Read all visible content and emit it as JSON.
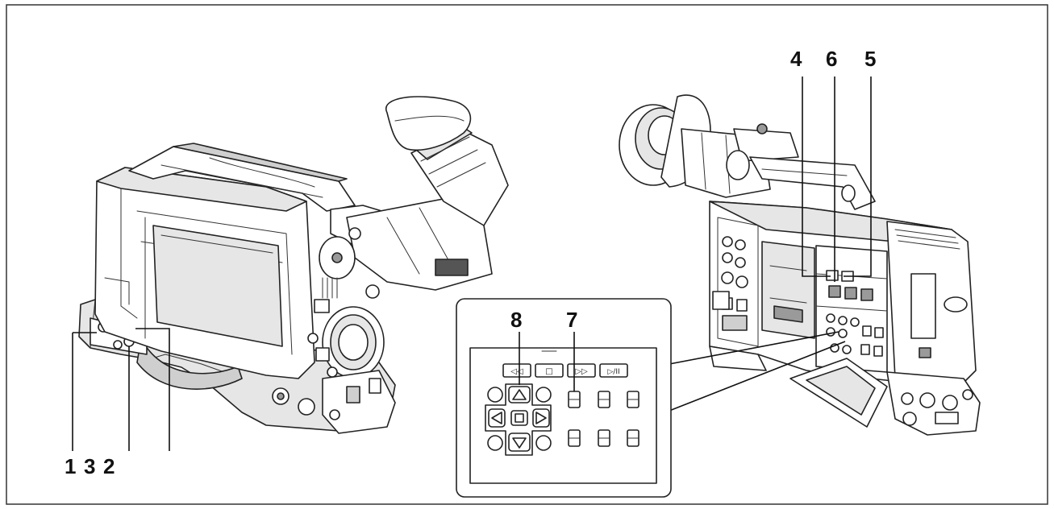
{
  "callouts": {
    "c1": "1",
    "c3": "3",
    "c2": "2",
    "c4": "4",
    "c6": "6",
    "c5": "5",
    "c8": "8",
    "c7": "7"
  },
  "transport": {
    "rew_symbol": "◁◁",
    "stop_symbol": "□",
    "ff_symbol": "▷▷",
    "play_pause_symbol": "▷/II"
  },
  "icons": [
    "left-camera-illustration",
    "right-camera-illustration",
    "control-panel-inset",
    "cursor-pad-up-icon",
    "cursor-pad-down-icon",
    "cursor-pad-left-icon",
    "cursor-pad-right-icon",
    "cursor-pad-set-icon"
  ]
}
